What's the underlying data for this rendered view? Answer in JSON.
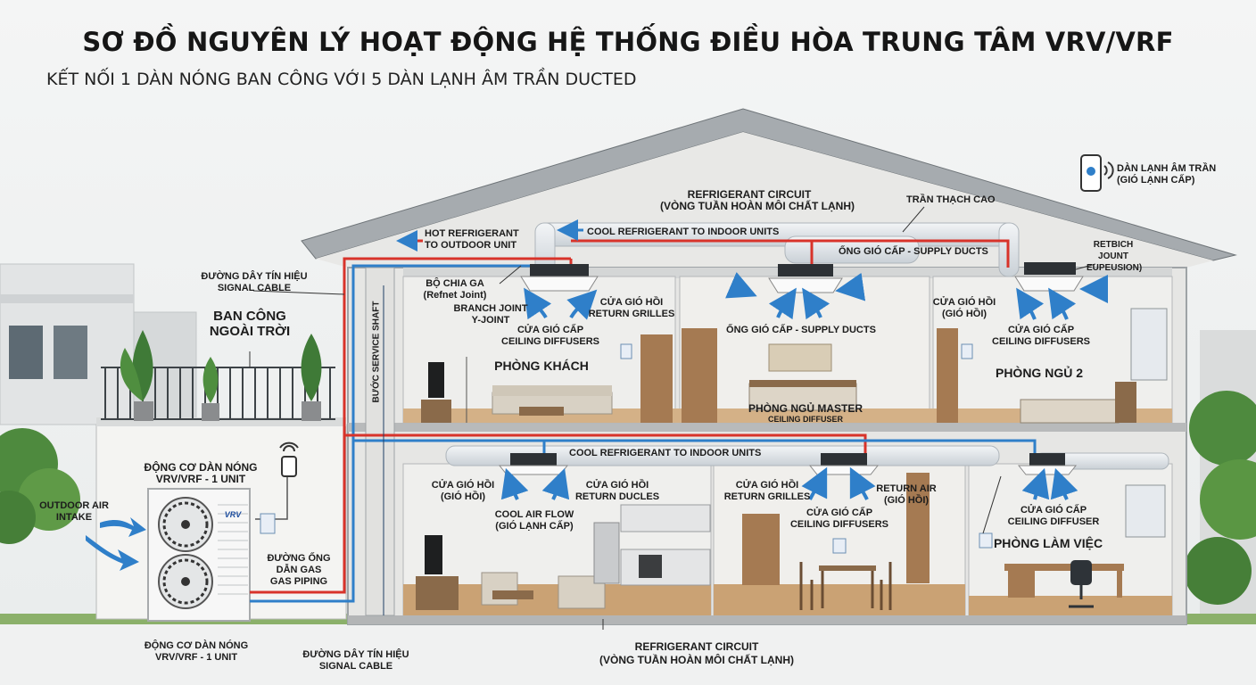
{
  "title": "SƠ ĐỒ NGUYÊN LÝ HOẠT ĐỘNG HỆ THỐNG ĐIỀU HÒA TRUNG TÂM VRV/VRF",
  "subtitle": "KẾT NỐI 1 DÀN NÓNG BAN CÔNG VỚI 5 DÀN LẠNH ÂM TRẦN DUCTED",
  "colors": {
    "hot_line": "#d8332a",
    "cool_line": "#2f7fc9",
    "duct": "#dfe4e8",
    "roof": "#8a8f93",
    "wall": "#ececea",
    "floor": "#c79b6b"
  },
  "icons": [
    "remote-control-icon",
    "wifi-icon",
    "fan-icon",
    "arrow-icon",
    "plant-icon",
    "tv-icon",
    "sofa-icon",
    "bed-icon",
    "desk-icon",
    "chair-icon",
    "thermostat-icon",
    "kitchen-icon",
    "dining-table-icon",
    "cassette-unit-icon"
  ],
  "labels": {
    "indoor_unit_top": [
      "DÀN LẠNH ÂM TRẦN",
      "(GIÓ LẠNH CẤP)"
    ],
    "refrigerant_circuit_top": [
      "REFRIGERANT CIRCUIT",
      "(VÒNG TUẦN HOÀN MÔI CHẤT LẠNH)"
    ],
    "gypsum_ceiling": "TRẦN THẠCH CAO",
    "hot_refrigerant": [
      "HOT REFRIGERANT",
      "TO OUTDOOR UNIT"
    ],
    "cool_refrigerant_top": "COOL REFRIGERANT TO INDOOR UNITS",
    "supply_ducts_right": "ỐNG GIÓ CẤP - SUPPLY DUCTS",
    "refnet_joint_right": [
      "RETBICH",
      "JOUNT",
      "EUPEUSION)"
    ],
    "signal_cable_top": [
      "ĐƯỜNG DÂY TÍN HIỆU",
      "SIGNAL CABLE"
    ],
    "balcony": [
      "BAN CÔNG",
      "NGOÀI TRỜI"
    ],
    "gas_splitter": [
      "BỘ CHIA GA",
      "(Refnet Joint)"
    ],
    "branch_joint": [
      "BRANCH JOINT",
      "Y-JOINT"
    ],
    "return_grilles_1": [
      "CỬA GIÓ HỒI",
      "RETURN GRILLES"
    ],
    "ceiling_diffusers_1": [
      "CỬA GIÓ CẤP",
      "CEILING DIFFUSERS"
    ],
    "living_room": "PHÒNG KHÁCH",
    "supply_ducts_mid": "ỐNG GIÓ CẤP - SUPPLY DUCTS",
    "master_bedroom": [
      "PHÒNG NGỦ MASTER",
      "CEILING DIFFUSER"
    ],
    "return_grille_2": [
      "CỬA GIÓ HỒI",
      "(GIÓ HỒI)"
    ],
    "ceiling_diffusers_2": [
      "CỬA GIÓ CẤP",
      "CEILING DIFFUSERS"
    ],
    "bedroom_2": "PHÒNG NGỦ 2",
    "service_shaft": "BƯỚC SERVICE SHAFT",
    "cool_refrigerant_mid": "COOL REFRIGERANT TO INDOOR UNITS",
    "return_3": [
      "CỬA GIÓ HỒI",
      "(GIÓ HỒI)"
    ],
    "return_ducles": [
      "CỬA GIÓ HỒI",
      "RETURN DUCLES"
    ],
    "cool_air_flow": [
      "COOL AIR FLOW",
      "(GIÓ LẠNH CẤP)"
    ],
    "return_grilles_4": [
      "CỬA GIÓ HỒI",
      "RETURN GRILLES"
    ],
    "return_air": [
      "RETURN AIR",
      "(GIÓ HỒI)"
    ],
    "ceiling_diffusers_4": [
      "CỬA GIÓ CẤP",
      "CEILING DIFFUSERS"
    ],
    "ceiling_diffuser_5": [
      "CỬA GIÓ CẤP",
      "CEILING DIFFUSER"
    ],
    "office": "PHÒNG LÀM VIỆC",
    "outdoor_engine": [
      "ĐỘNG CƠ DÀN NÓNG",
      "VRV/VRF - 1 UNIT"
    ],
    "outdoor_air": [
      "OUTDOOR AIR",
      "INTAKE"
    ],
    "gas_piping": [
      "ĐƯỜNG ỐNG",
      "DẪN GAS",
      "GAS PIPING"
    ],
    "outdoor_engine_bottom": [
      "ĐỘNG CƠ DÀN NÓNG",
      "VRV/VRF - 1 UNIT"
    ],
    "signal_cable_bottom": [
      "ĐƯỜNG DÂY TÍN HIỆU",
      "SIGNAL CABLE"
    ],
    "refrigerant_circuit_bottom": [
      "REFRIGERANT CIRCUIT",
      "(VÒNG TUẦN HOÀN MÔI CHẤT LẠNH)"
    ],
    "unit_brand": "VRV"
  }
}
